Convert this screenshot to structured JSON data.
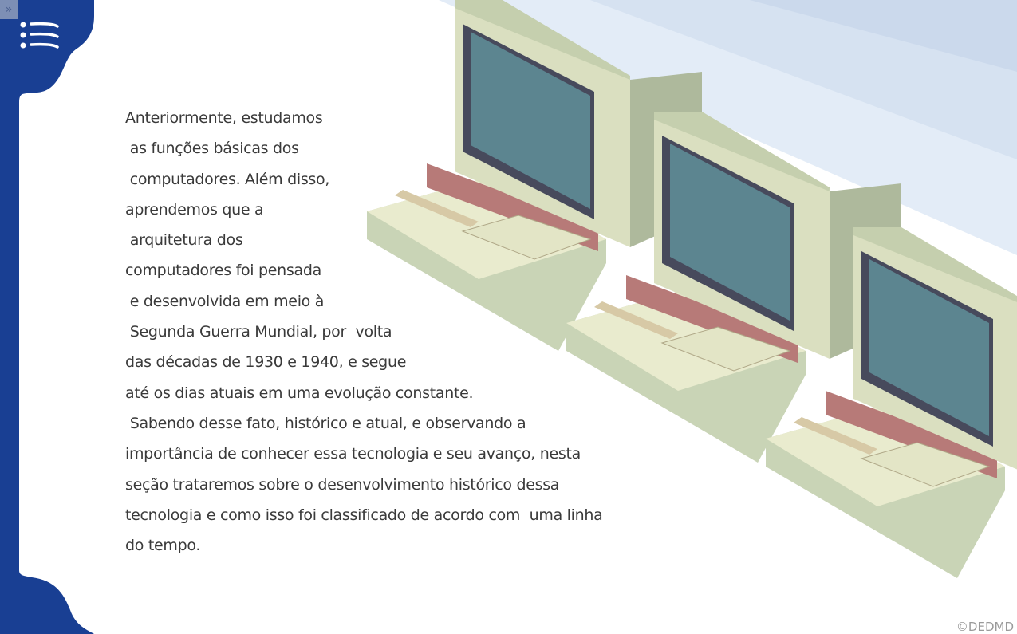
{
  "sidebar": {
    "expand_icon": "double-chevron-right",
    "menu_icon": "list-icon",
    "color": "#193f93"
  },
  "content": {
    "lines": [
      "Anteriormente, estudamos",
      " as funções básicas dos",
      " computadores. Além disso,",
      "aprendemos que a",
      " arquitetura dos",
      "computadores foi pensada",
      " e desenvolvida em meio à",
      " Segunda Guerra Mundial, por  volta",
      "das décadas de 1930 e 1940, e segue",
      "até os dias atuais em uma evolução constante.",
      " Sabendo desse fato, histórico e atual, e observando a",
      "importância de conhecer essa tecnologia e seu avanço, nesta",
      "seção trataremos sobre o desenvolvimento histórico dessa",
      "tecnologia e como isso foi classificado de acordo com  uma linha",
      "do tempo."
    ]
  },
  "copyright": "©DEDMD"
}
